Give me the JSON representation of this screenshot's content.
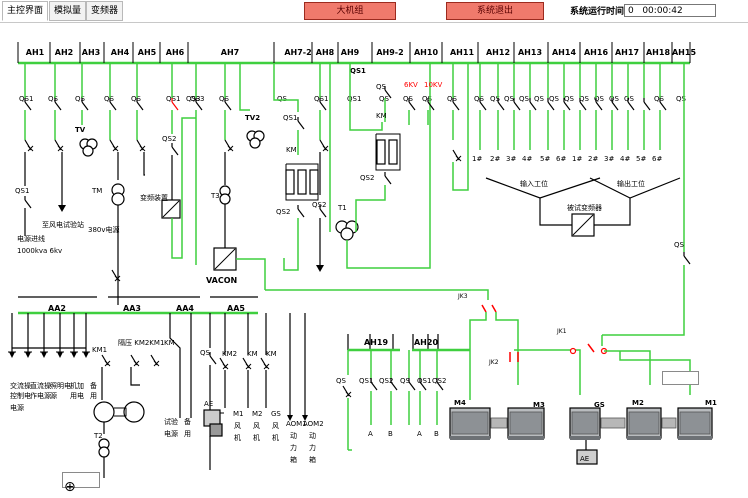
{
  "tabs": [
    {
      "label": "主控界面",
      "active": true
    },
    {
      "label": "模拟量",
      "active": false
    },
    {
      "label": "变频器",
      "active": false
    }
  ],
  "buttons": {
    "big_unit": "大机组",
    "exit": "系统退出"
  },
  "runtime": {
    "label": "系统运行时间",
    "day": "0",
    "time": "00:00:42"
  },
  "colors": {
    "bus": "#3fcf3f",
    "wire": "#000000",
    "energized_switch": "#ff0000",
    "panel_bg": "#ffffff"
  },
  "top_cabinets": [
    "AH1",
    "AH2",
    "AH3",
    "AH4",
    "AH5",
    "AH6",
    "AH7",
    "AH7-2",
    "AH8",
    "AH9",
    "AH9-2",
    "AH10",
    "AH11",
    "AH12",
    "AH13",
    "AH14",
    "AH16",
    "AH17",
    "AH18",
    "AH15"
  ],
  "top_switches": [
    "QS1",
    "QS",
    "QS",
    "QS",
    "QS",
    "QS1",
    "QS3",
    "QS",
    "QS",
    "QS1",
    "QS1",
    "QS",
    "QS",
    "QS",
    "QS",
    "QS",
    "QS",
    "QS",
    "QS",
    "QS",
    "QS",
    "QS",
    "QS",
    "QS",
    "QS",
    "QS",
    "QS",
    "QS"
  ],
  "labels": {
    "qs2_ah6": "QS2",
    "ah7_qs": "QS",
    "ah7_2_qs1": "QS1",
    "ah9_qs1": "QS1",
    "ah9_2_qs": "QS",
    "ah9_2_km": "KM",
    "ah9_2_qs2": "QS2",
    "km_ah7_2": "KM",
    "qs2_ah7_2": "QS2",
    "qs2_ah8": "QS2",
    "t1": "T1",
    "qs1_ah1": "QS1",
    "tv": "TV",
    "tv2": "TV2",
    "tm": "TM",
    "t3": "T3",
    "vacon": "VACON",
    "supply_in": "电源进线",
    "supply_spec": "1000kva 6kv",
    "wind_test": "至风电试验站",
    "v380": "380v电源",
    "vfd_dev": "变频装置",
    "kv6": "6KV",
    "kv10": "10KV",
    "test_points": [
      "1#",
      "2#",
      "3#",
      "4#",
      "5#",
      "6#",
      "1#",
      "2#",
      "3#",
      "4#",
      "5#",
      "6#"
    ],
    "input_stage": "输入工位",
    "output_stage": "输出工位",
    "test_vfd": "被试变频器"
  },
  "low_buses": [
    "AA2",
    "AA3",
    "AA4",
    "AA5"
  ],
  "feeders_aa2": [
    "交流操",
    "直流操",
    "照明电",
    "机加",
    "备"
  ],
  "feeders_aa2_l2": [
    "控制电",
    "作电源",
    "源",
    "用电",
    "用"
  ],
  "feeders_aa2_l3": [
    "电源",
    ""
  ],
  "km_labels": [
    "KM1",
    "KM2",
    "KM1",
    "KM1",
    "KM",
    "KM",
    "KM"
  ],
  "km_overlap": "隔压 KM2KM1",
  "low_feeders": {
    "test_supply": [
      "试验",
      "电源"
    ],
    "standby": [
      "备",
      "用"
    ],
    "m1": [
      "M1",
      "风",
      "机"
    ],
    "m2": [
      "M2",
      "风",
      "机"
    ],
    "gs": [
      "GS",
      "风",
      "机"
    ],
    "aom1": [
      "AOM1",
      "动",
      "力",
      "箱"
    ],
    "aom2": [
      "AOM2",
      "动",
      "力",
      "箱"
    ],
    "qs": "QS",
    "t2": "T2",
    "ae": "AE"
  },
  "ah19": {
    "name": "AH19",
    "labels": [
      "QS",
      "QS1",
      "QS2"
    ],
    "outs": [
      "A",
      "B"
    ]
  },
  "ah20": {
    "name": "AH20",
    "labels": [
      "QS",
      "QS1",
      "QS2"
    ],
    "outs": [
      "A",
      "B"
    ]
  },
  "jk_labels": [
    "JK3",
    "JK2",
    "JK1"
  ],
  "motors": {
    "m4": "M4",
    "m3": "M3",
    "gs": "GS",
    "m2": "M2",
    "m1": "M1",
    "ae": "AE"
  }
}
